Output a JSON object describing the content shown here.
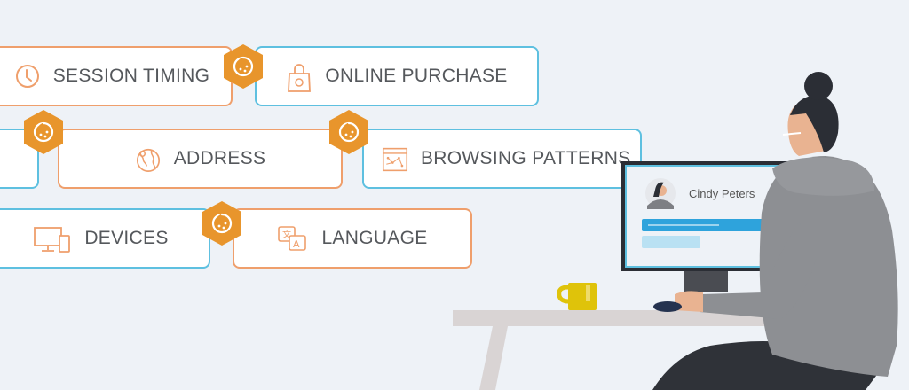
{
  "cards": [
    {
      "label": "SESSION TIMING",
      "icon": "clock-icon",
      "color": "orange"
    },
    {
      "label": "ONLINE PURCHASE",
      "icon": "shopping-bag-icon",
      "color": "blue"
    },
    {
      "label": "ADDRESS",
      "icon": "globe-pin-icon",
      "color": "orange"
    },
    {
      "label": "BROWSING PATTERNS",
      "icon": "browser-analytics-icon",
      "color": "blue"
    },
    {
      "label": "DEVICES",
      "icon": "devices-icon",
      "color": "blue"
    },
    {
      "label": "LANGUAGE",
      "icon": "translate-icon",
      "color": "orange"
    }
  ],
  "connector_icon": "cookie-icon",
  "monitor": {
    "user_name": "Cindy Peters"
  },
  "colors": {
    "background": "#eef2f7",
    "orange_border": "#ef9f6c",
    "blue_border": "#5ec0e0",
    "hex_badge": "#e8952c",
    "text": "#55585c"
  }
}
